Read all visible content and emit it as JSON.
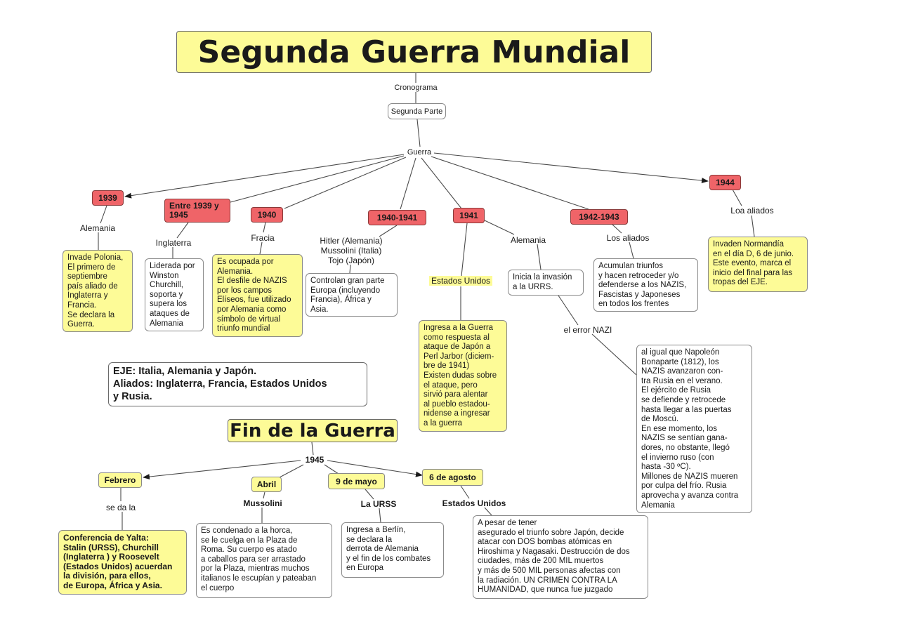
{
  "titles": {
    "main": "Segunda Guerra Mundial",
    "fin": "Fin de la Guerra"
  },
  "top": {
    "cronograma": "Cronograma",
    "segunda_parte": "Segunda Parte",
    "guerra": "Guerra"
  },
  "years": {
    "y1939": "1939",
    "y1939_1945": "Entre 1939 y\n1945",
    "y1940": "1940",
    "y1940_1941": "1940-1941",
    "y1941": "1941",
    "y1942_1943": "1942-1943",
    "y1944": "1944"
  },
  "links": {
    "alemania_1939": "Alemania",
    "inglaterra": "Inglaterra",
    "fracia": "Fracia",
    "hitler": "Hitler (Alemania)\nMussolini (Italia)\nTojo (Japón)",
    "estados_unidos": "Estados Unidos",
    "alemania_1941": "Alemania",
    "los_aliados": "Los aliados",
    "loa_aliados": "Loa aliados",
    "error_nazi": "el error NAZI"
  },
  "boxes": {
    "polonia": "Invade Polonia,\nEl primero de\nseptiembre\npaís aliado de\nInglaterra y\nFrancia.\nSe declara la\nGuerra.",
    "churchill": "Liderada por\nWinston\nChurchill,\nsoporta y\nsupera los\nataques de\nAlemania",
    "ocupada": "Es ocupada por\nAlemania.\nEl desfile de NAZIS\npor los campos\nElíseos, fue utilizado\npor Alemania como\nsímbolo de virtual\ntriunfo mundial",
    "controlan": "Controlan gran parte\nEuropa (incluyendo\nFrancia), África y\nAsia.",
    "ingresa": "Ingresa a la Guerra\ncomo respuesta al\nataque de Japón a\nPerl Jarbor (diciem-\nbre de 1941)\nExisten dudas sobre\nel ataque, pero\nsirvió para alentar\nal pueblo estadou-\nnidense a ingresar\na la guerra",
    "urrs": "Inicia la invasión\na la URRS.",
    "acumulan": "Acumulan triunfos\ny hacen retroceder y/o\ndefenderse a los NAZIS,\nFascistas y Japoneses\nen todos los frentes",
    "normandia": "Invaden Normandía\nen el día D, 6 de junio.\nEste evento, marca el\ninicio del final para las\ntropas del EJE.",
    "napoleon": "al igual que Napoleón\nBonaparte (1812), los\nNAZIS avanzaron con-\ntra Rusia en el verano.\nEl ejército de Rusia\nse defiende y retrocede\nhasta llegar a las puertas\nde Moscú.\nEn ese momento, los\nNAZIS se sentían gana-\ndores, no obstante, llegó\nel invierno ruso (con\nhasta -30 ºC).\nMillones de NAZIS mueren\npor culpa del frío. Rusia\naprovecha y avanza contra\nAlemania"
  },
  "legend": "EJE: Italia, Alemania y Japón.\nAliados: Inglaterra, Francia, Estados Unidos\ny Rusia.",
  "fin": {
    "year": "1945",
    "febrero": "Febrero",
    "abril": "Abril",
    "mayo": "9 de mayo",
    "agosto": "6 de agosto",
    "se_da_la": "se da la",
    "mussolini": "Mussolini",
    "la_urss": "La URSS",
    "estados_unidos": "Estados Unidos",
    "yalta": "Conferencia de Yalta:\nStalin (URSS), Churchill\n(Inglaterra ) y Roosevelt\n(Estados Unidos) acuerdan\nla división, para ellos,\nde Europa, África y Asia.",
    "condenado": "Es condenado a la horca,\nse le cuelga en la Plaza de\nRoma. Su cuerpo es atado\na caballos para ser arrastado\npor la Plaza, mientras muchos\nitalianos le escupían y pateaban\nel cuerpo",
    "berlin": "Ingresa a Berlín,\nse declara la\nderrota de Alemania\ny el fin de los combates\nen Europa",
    "bombas": "A pesar de tener\nasegurado el triunfo sobre Japón, decide\natacar con DOS bombas atómicas en\nHiroshima y Nagasaki. Destrucción de dos\nciudades, más de 200 MIL muertos\ny más de 500 MIL personas afectas con\nla radiación. UN CRIMEN CONTRA LA\nHUMANIDAD, que nunca fue juzgado"
  }
}
